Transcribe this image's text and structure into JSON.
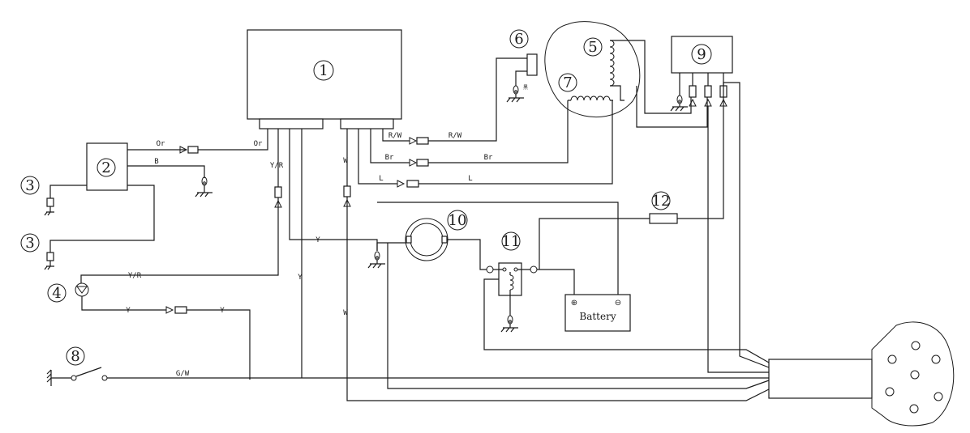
{
  "labels": {
    "c1": "1",
    "c2": "2",
    "c3a": "3",
    "c3b": "3",
    "c4": "4",
    "c5": "5",
    "c6": "6",
    "c7": "7",
    "c8": "8",
    "c9": "9",
    "c10": "10",
    "c11": "11",
    "c12": "12"
  },
  "wires": {
    "or_a": "Or",
    "or_b": "Or",
    "b": "B",
    "yr_v": "Y/R",
    "yr_h": "Y/R",
    "rw_a": "R/W",
    "rw_b": "R/W",
    "br_a": "Br",
    "br_b": "Br",
    "l_a": "L",
    "l_b": "L",
    "w_top": "W",
    "w_low": "W",
    "y_mid": "Y",
    "y_vert": "Y",
    "y_a": "Y",
    "y_b": "Y",
    "gw": "G/W"
  },
  "battery": {
    "label": "Battery",
    "plus": "⊕",
    "minus": "⊖"
  },
  "ground_mark": "黑",
  "colors": {
    "line": "#1a1a1a",
    "background": "#ffffff"
  }
}
